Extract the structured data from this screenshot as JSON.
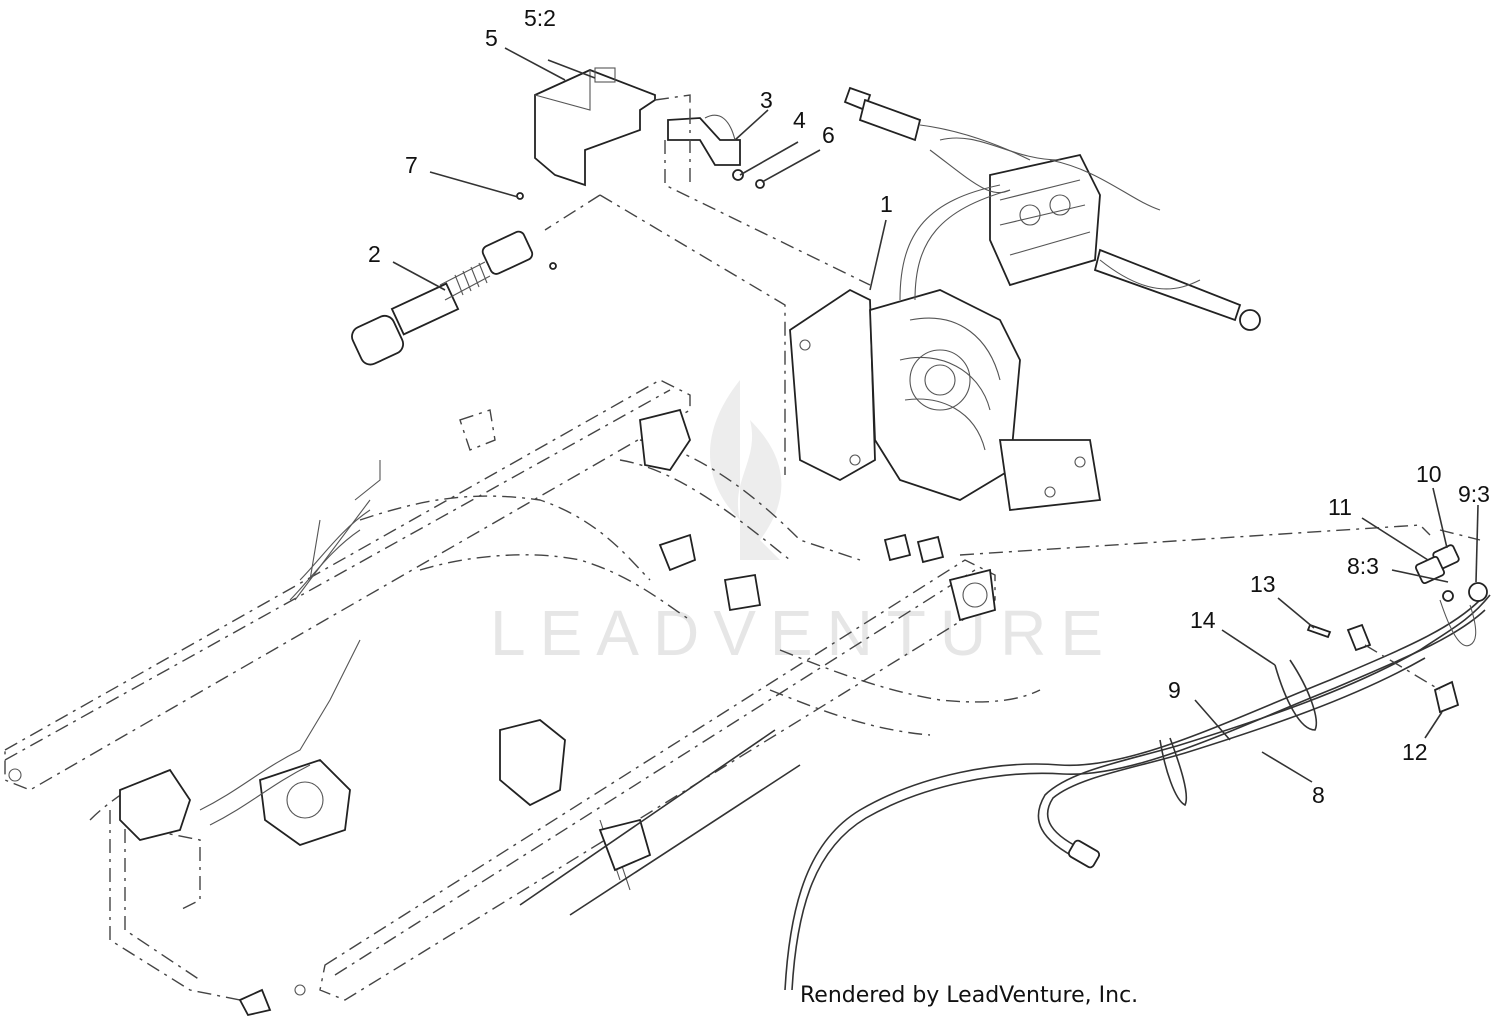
{
  "diagram": {
    "callouts": [
      {
        "id": "c5-2",
        "label": "5:2"
      },
      {
        "id": "c5",
        "label": "5"
      },
      {
        "id": "c3",
        "label": "3"
      },
      {
        "id": "c4",
        "label": "4"
      },
      {
        "id": "c6",
        "label": "6"
      },
      {
        "id": "c7",
        "label": "7"
      },
      {
        "id": "c2",
        "label": "2"
      },
      {
        "id": "c1",
        "label": "1"
      },
      {
        "id": "c10",
        "label": "10"
      },
      {
        "id": "c9-3",
        "label": "9:3"
      },
      {
        "id": "c11",
        "label": "11"
      },
      {
        "id": "c8-3",
        "label": "8:3"
      },
      {
        "id": "c13",
        "label": "13"
      },
      {
        "id": "c14",
        "label": "14"
      },
      {
        "id": "c9",
        "label": "9"
      },
      {
        "id": "c12",
        "label": "12"
      },
      {
        "id": "c8",
        "label": "8"
      }
    ],
    "watermark": "LEADVENTURE",
    "credit": "Rendered by LeadVenture, Inc."
  },
  "colors": {
    "ink": "#222222",
    "watermark": "#e6e6e6",
    "background": "#ffffff"
  }
}
